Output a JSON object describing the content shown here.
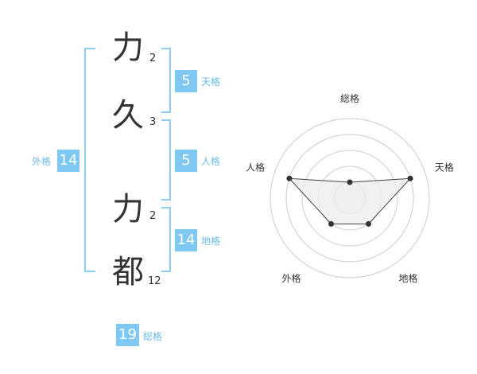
{
  "name": {
    "characters": [
      {
        "char": "力",
        "strokes": "2"
      },
      {
        "char": "久",
        "strokes": "3"
      },
      {
        "char": "力",
        "strokes": "2"
      },
      {
        "char": "都",
        "strokes": "12"
      }
    ]
  },
  "fortune": {
    "tenkaku": {
      "value": "5",
      "label": "天格"
    },
    "jinkaku": {
      "value": "5",
      "label": "人格"
    },
    "chikaku": {
      "value": "14",
      "label": "地格"
    },
    "gaikaku": {
      "value": "14",
      "label": "外格"
    },
    "soukaku": {
      "value": "19",
      "label": "総格"
    }
  },
  "chart_data": {
    "type": "radar",
    "axes": [
      "総格",
      "天格",
      "地格",
      "外格",
      "人格"
    ],
    "values": [
      1,
      4,
      2,
      2,
      4
    ],
    "rmax": 5,
    "rings": 5,
    "colors": {
      "ring": "#cccccc",
      "fill": "#eeeeee",
      "line": "#444444",
      "point": "#333333",
      "center": "#bbbbbb"
    }
  }
}
